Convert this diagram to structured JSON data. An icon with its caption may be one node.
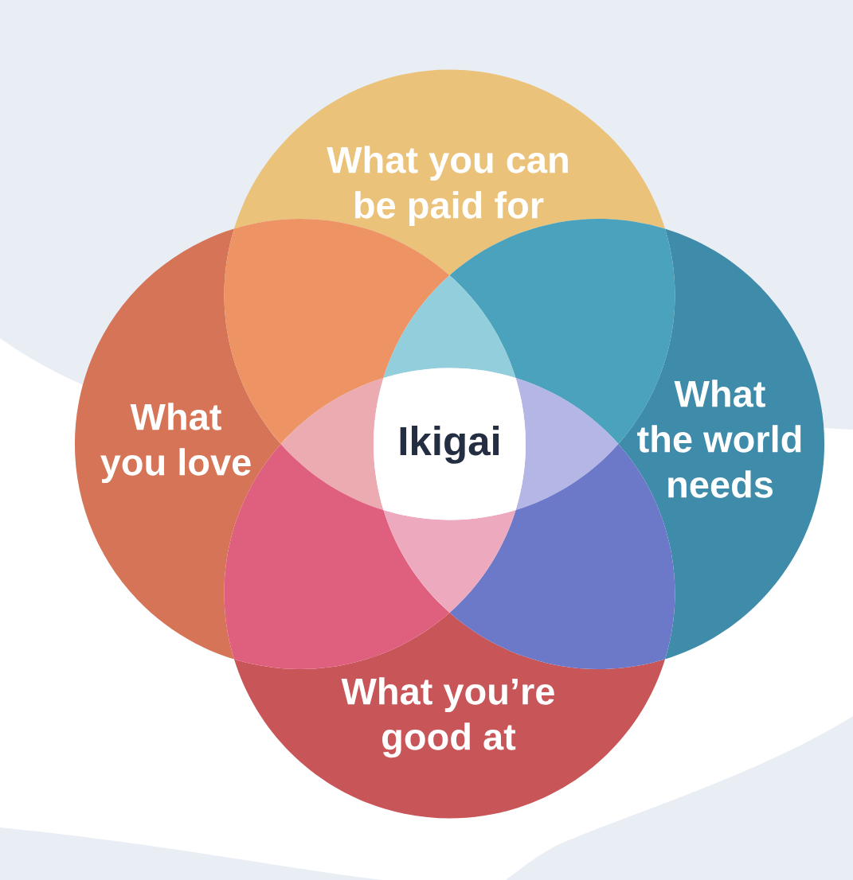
{
  "diagram": {
    "nodes": [
      {
        "text": [
          "What you can be paid for"
        ]
      },
      {
        "text": [
          "What you love"
        ]
      },
      {
        "text": [
          "Ikigai"
        ]
      },
      {
        "text": [
          "What the world needs"
        ]
      },
      {
        "text": [
          "What you’re good at"
        ]
      },
      {
        "text": [],
        "shape": "lens"
      },
      {
        "text": [],
        "shape": "lens"
      },
      {
        "text": [],
        "shape": "lens"
      },
      {
        "text": [],
        "shape": "lens"
      },
      {
        "text": [],
        "shape": "lens"
      },
      {
        "text": [],
        "shape": "lens"
      },
      {
        "text": [],
        "shape": "lens"
      },
      {
        "text": [],
        "shape": "lens"
      }
    ]
  }
}
